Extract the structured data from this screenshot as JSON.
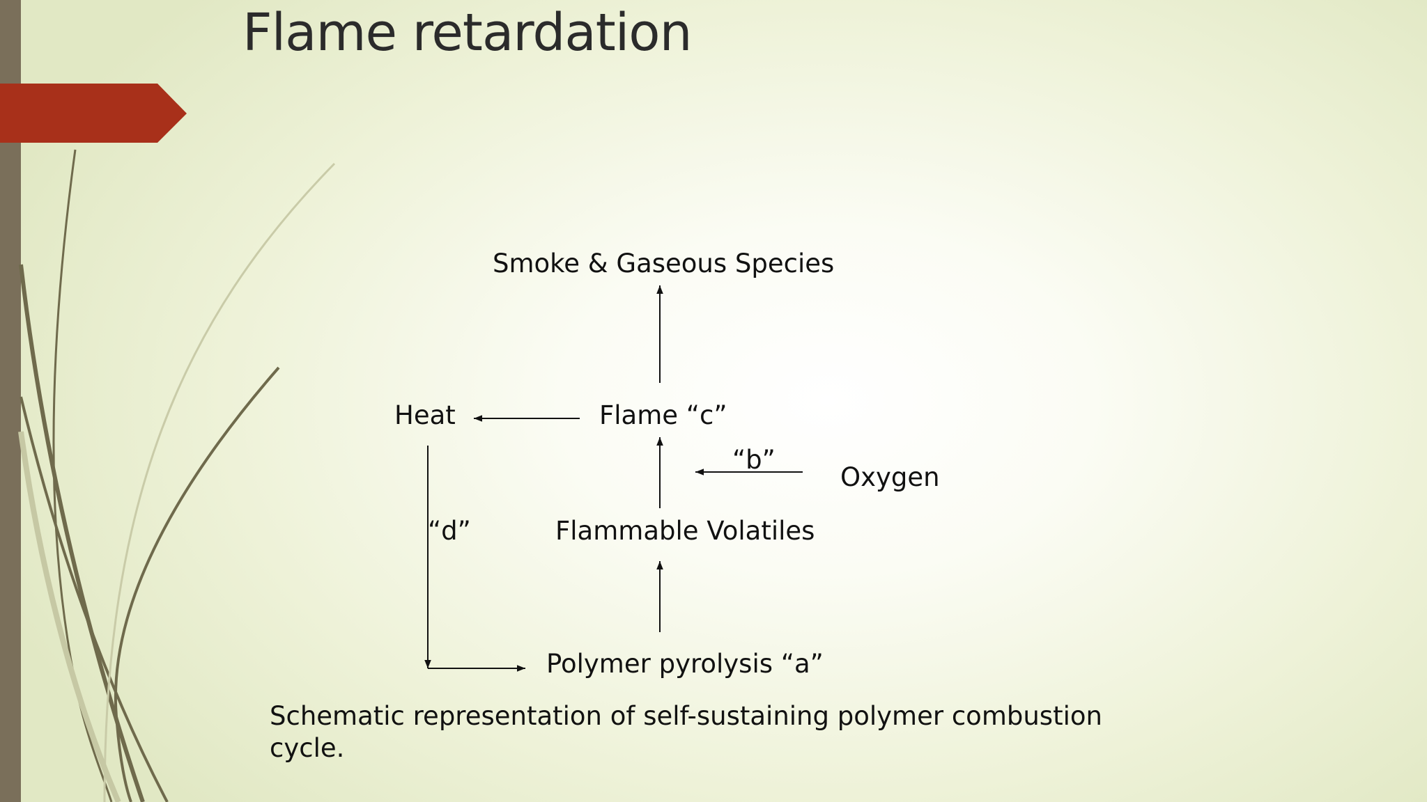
{
  "slide": {
    "title": "Flame retardation",
    "caption": "Schematic representation of self-sustaining polymer combustion cycle."
  },
  "diagram": {
    "nodes": {
      "smoke": "Smoke & Gaseous Species",
      "heat": "Heat",
      "flame": "Flame “c”",
      "oxygen": "Oxygen",
      "volatiles": "Flammable Volatiles",
      "pyrolysis": "Polymer pyrolysis “a”"
    },
    "edge_labels": {
      "b": "“b”",
      "d": "“d”"
    }
  },
  "colors": {
    "accent": "#a8301a",
    "sidebar": "#7a6f5a",
    "text": "#111111",
    "title": "#2b2b2b"
  }
}
